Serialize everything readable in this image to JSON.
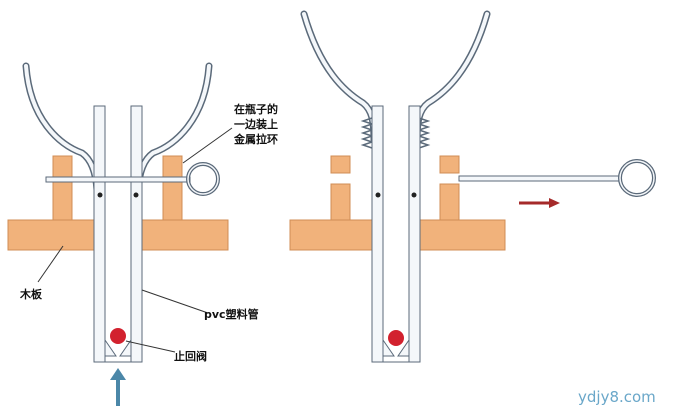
{
  "labels": {
    "ring_note_line1": "在瓶子的",
    "ring_note_line2": "一边装上",
    "ring_note_line3": "金属拉环",
    "board": "木板",
    "pipe": "pvc塑料管",
    "check_valve": "止回阀"
  },
  "watermark": "ydjy8.com",
  "colors": {
    "wood_fill": "#f1b27b",
    "wood_edge": "#d08c55",
    "tube_fill": "#f4f7fa",
    "outline": "#5b6a7a",
    "ball": "#d2212e",
    "arrow_up": "#4b87a8",
    "arrow_right": "#a52a2a"
  }
}
